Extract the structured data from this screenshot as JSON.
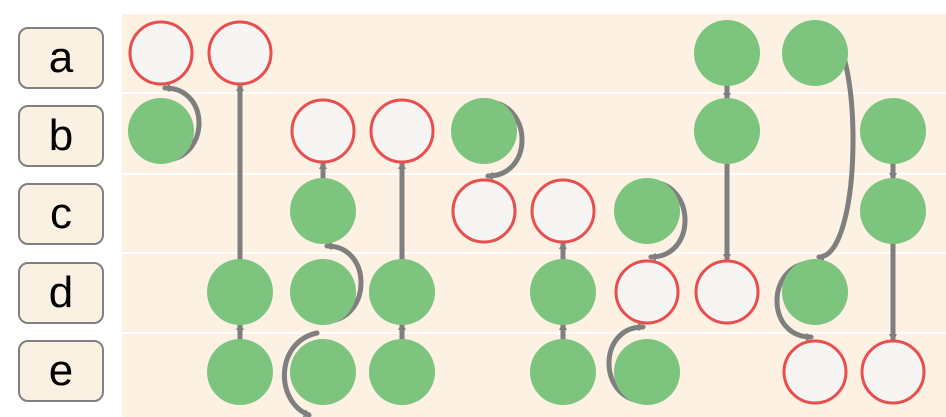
{
  "rows": [
    "a",
    "b",
    "c",
    "d",
    "e"
  ],
  "colors": {
    "panel_background": "#fcf1e3",
    "row_separator": "#ffffff",
    "filled_node": "#7dc47f",
    "empty_node_fill": "#f7f5f4",
    "empty_node_stroke": "#e84e4e",
    "connector": "#7f7f7f"
  },
  "columns": [
    {
      "nodes": [
        {
          "row": "a",
          "type": "empty"
        },
        {
          "row": "b",
          "type": "filled"
        }
      ],
      "links": [
        {
          "from": "b",
          "to": "a",
          "style": "curve-right"
        }
      ]
    },
    {
      "nodes": [
        {
          "row": "a",
          "type": "empty"
        },
        {
          "row": "d",
          "type": "filled"
        },
        {
          "row": "e",
          "type": "filled"
        }
      ],
      "links": [
        {
          "from": "d",
          "to": "a",
          "style": "straight"
        },
        {
          "from": "e",
          "to": "d",
          "style": "straight"
        }
      ]
    },
    {
      "nodes": [
        {
          "row": "b",
          "type": "empty"
        },
        {
          "row": "c",
          "type": "filled"
        },
        {
          "row": "d",
          "type": "filled"
        },
        {
          "row": "e",
          "type": "filled"
        }
      ],
      "links": [
        {
          "from": "c",
          "to": "b",
          "style": "straight"
        },
        {
          "from": "d",
          "to": "c",
          "style": "curve-right"
        },
        {
          "from": "e",
          "to": "e",
          "style": "curve-left"
        }
      ]
    },
    {
      "nodes": [
        {
          "row": "b",
          "type": "empty"
        },
        {
          "row": "d",
          "type": "filled"
        },
        {
          "row": "e",
          "type": "filled"
        }
      ],
      "links": [
        {
          "from": "d",
          "to": "b",
          "style": "straight"
        },
        {
          "from": "e",
          "to": "d",
          "style": "straight"
        }
      ]
    },
    {
      "nodes": [
        {
          "row": "b",
          "type": "filled"
        },
        {
          "row": "c",
          "type": "empty"
        }
      ],
      "links": [
        {
          "from": "b",
          "to": "c",
          "style": "curve-right"
        }
      ]
    },
    {
      "nodes": [
        {
          "row": "c",
          "type": "empty"
        },
        {
          "row": "d",
          "type": "filled"
        },
        {
          "row": "e",
          "type": "filled"
        }
      ],
      "links": [
        {
          "from": "d",
          "to": "c",
          "style": "straight"
        },
        {
          "from": "e",
          "to": "d",
          "style": "straight"
        }
      ]
    },
    {
      "nodes": [
        {
          "row": "c",
          "type": "filled"
        },
        {
          "row": "d",
          "type": "empty"
        },
        {
          "row": "e",
          "type": "filled"
        }
      ],
      "links": [
        {
          "from": "c",
          "to": "d",
          "style": "curve-right"
        },
        {
          "from": "e",
          "to": "d",
          "style": "curve-left"
        }
      ]
    },
    {
      "nodes": [
        {
          "row": "a",
          "type": "filled"
        },
        {
          "row": "b",
          "type": "filled"
        },
        {
          "row": "d",
          "type": "empty"
        }
      ],
      "links": [
        {
          "from": "a",
          "to": "b",
          "style": "straight"
        },
        {
          "from": "b",
          "to": "d",
          "style": "straight"
        }
      ]
    },
    {
      "nodes": [
        {
          "row": "a",
          "type": "filled"
        },
        {
          "row": "d",
          "type": "filled"
        },
        {
          "row": "e",
          "type": "empty"
        }
      ],
      "links": [
        {
          "from": "a",
          "to": "d",
          "style": "curve-right"
        },
        {
          "from": "d",
          "to": "e",
          "style": "curve-left"
        }
      ]
    },
    {
      "nodes": [
        {
          "row": "b",
          "type": "filled"
        },
        {
          "row": "c",
          "type": "filled"
        },
        {
          "row": "e",
          "type": "empty"
        }
      ],
      "links": [
        {
          "from": "b",
          "to": "c",
          "style": "straight"
        },
        {
          "from": "c",
          "to": "e",
          "style": "straight"
        }
      ]
    }
  ]
}
